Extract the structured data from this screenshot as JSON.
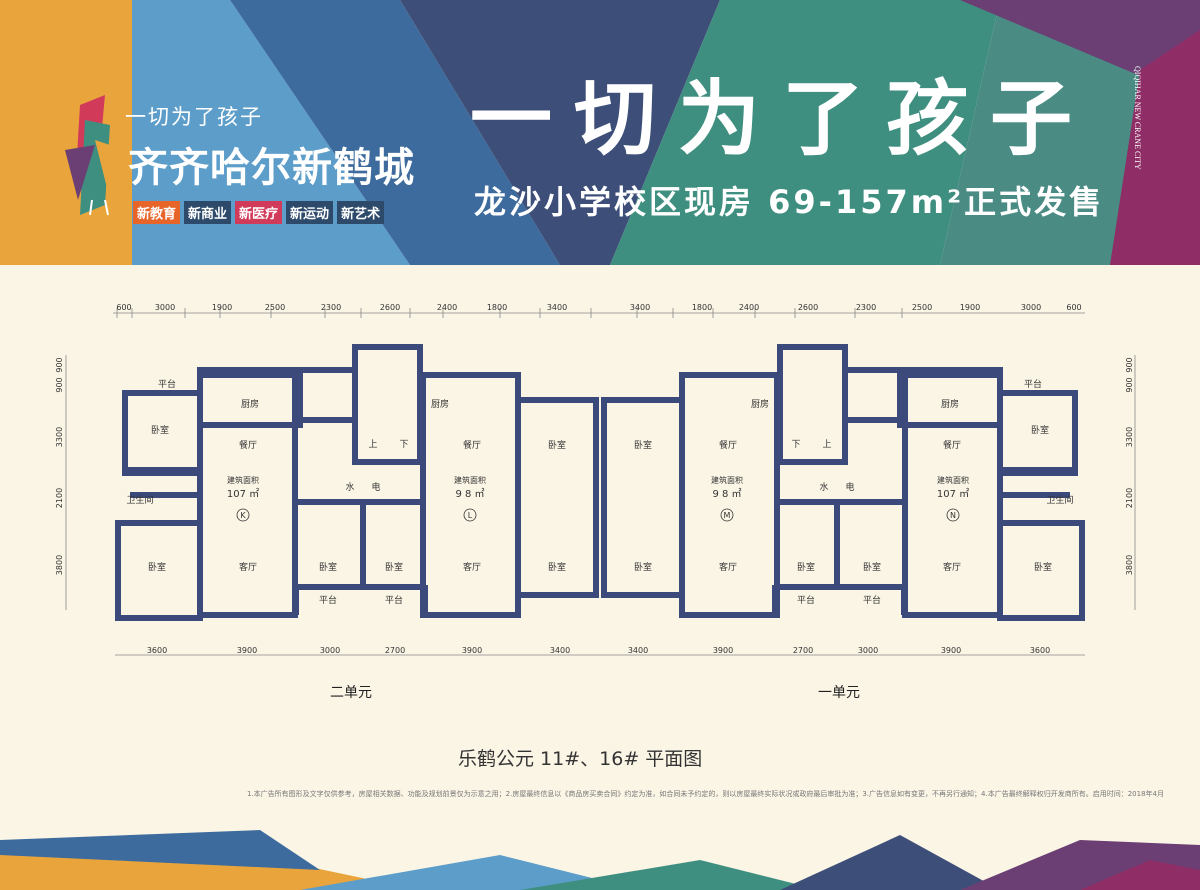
{
  "header": {
    "slogan": "一切为了孩子",
    "brand_name": "齐齐哈尔新鹤城",
    "tags": [
      {
        "label": "新教育",
        "color": "#e8652a"
      },
      {
        "label": "新商业",
        "color": "#2d4a6b"
      },
      {
        "label": "新医疗",
        "color": "#d23a5a"
      },
      {
        "label": "新运动",
        "color": "#2d4a6b"
      },
      {
        "label": "新艺术",
        "color": "#2d4a6b"
      }
    ],
    "headline": "一切为了孩子",
    "subline": "龙沙小学校区现房 69-157m²正式发售",
    "english_vertical": "QIQIHAR NEW CRANE CITY"
  },
  "plan": {
    "top_dimensions": [
      "600",
      "3000",
      "1900",
      "2500",
      "2300",
      "2600",
      "2400",
      "1800",
      "3400",
      "3400",
      "1800",
      "2400",
      "2600",
      "2300",
      "2500",
      "1900",
      "3000",
      "600"
    ],
    "bottom_dimensions": [
      "3600",
      "3900",
      "3000",
      "2700",
      "3900",
      "3400",
      "3400",
      "3900",
      "2700",
      "3000",
      "3900",
      "3600"
    ],
    "side_dimensions": [
      "900",
      "900",
      "3300",
      "2100",
      "3800"
    ],
    "units": [
      {
        "area_label": "建筑面积",
        "area": "107 ㎡",
        "letter": "K"
      },
      {
        "area_label": "建筑面积",
        "area": "9 8 ㎡",
        "letter": "L"
      },
      {
        "area_label": "建筑面积",
        "area": "9 8 ㎡",
        "letter": "M"
      },
      {
        "area_label": "建筑面积",
        "area": "107 ㎡",
        "letter": "N"
      }
    ],
    "rooms": {
      "bedroom": "卧室",
      "living": "客厅",
      "dining": "餐厅",
      "kitchen": "厨房",
      "bathroom": "卫生间",
      "terrace": "平台",
      "water": "水",
      "electric": "电",
      "up": "上",
      "down": "下"
    },
    "unit_names": {
      "left": "二单元",
      "right": "一单元"
    }
  },
  "caption": "乐鹤公元 11#、16# 平面图",
  "disclaimer": "1.本广告所有图形及文字仅供参考，房屋相关数据、功能及规划前景仅为示意之用；2.房屋最终信息以《商品房买卖合同》约定为准，如合同未予约定的，则以房屋最终实际状况或政府最后审批为准；3.广告信息如有变更，不再另行通知；4.本广告最终解释权归开发商所有。启用时间：2018年4月",
  "colors": {
    "orange": "#e9a53b",
    "blue": "#5b9bc9",
    "navy": "#3d4f79",
    "slate": "#485a7d",
    "teal": "#3f8f80",
    "purple": "#6b3f74",
    "magenta": "#8f2e66",
    "wall": "#3b4a7a"
  }
}
